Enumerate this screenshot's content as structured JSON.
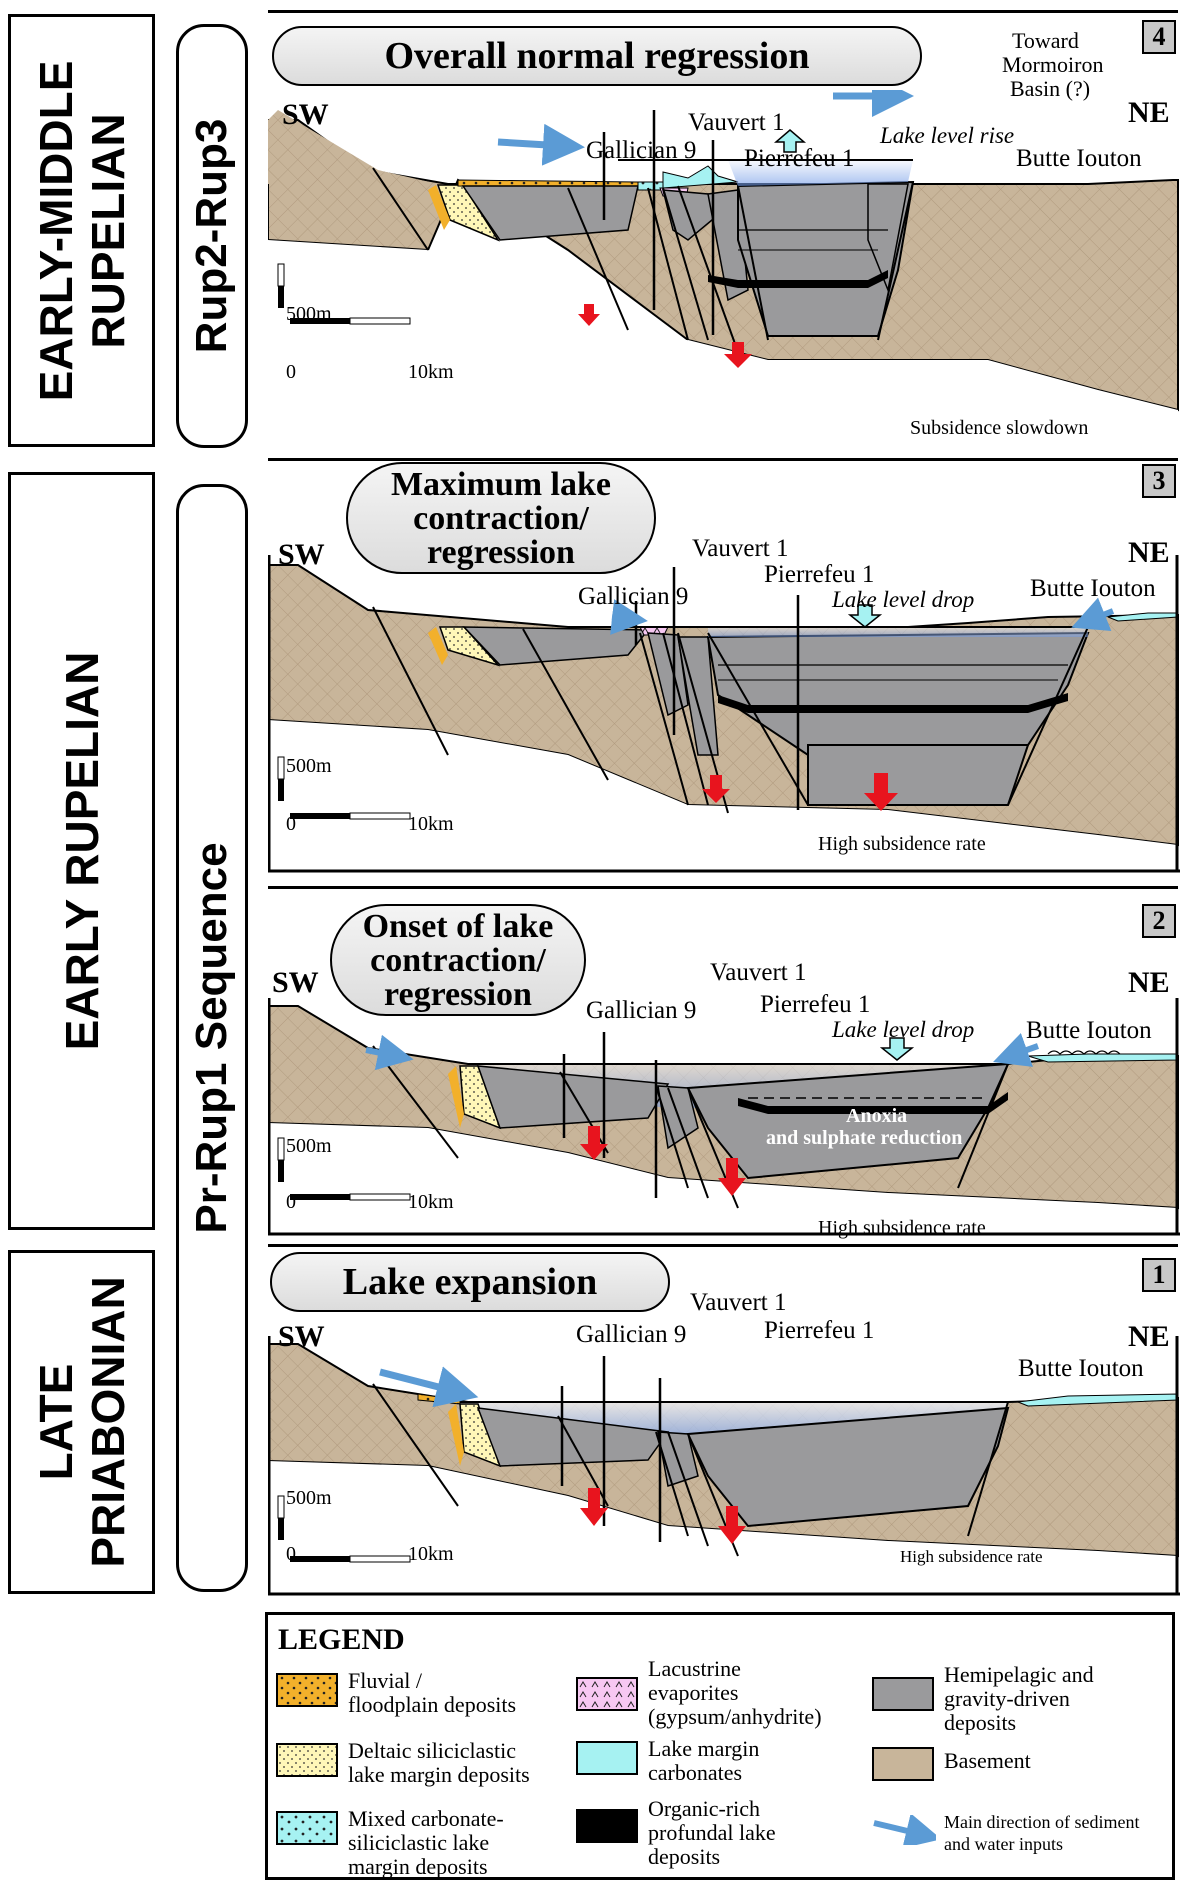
{
  "ages": {
    "early_middle_rupelian": "EARLY-MIDDLE RUPELIAN",
    "early_rupelian": "EARLY RUPELIAN",
    "late_priabonian": "LATE PRIABONIAN"
  },
  "sequences": {
    "rup2_rup3": "Rup2-Rup3",
    "pr_rup1": "Pr-Rup1 Sequence"
  },
  "orientation": {
    "sw": "SW",
    "ne": "NE"
  },
  "wells": {
    "gallician": "Gallician 9",
    "vauvert": "Vauvert 1",
    "pierrefeu": "Pierrefeu 1",
    "butte": "Butte Iouton"
  },
  "scale": {
    "height": "500m",
    "zero": "0",
    "length": "10km"
  },
  "panels": [
    {
      "number": "4",
      "title": "Overall normal regression",
      "lake_level": "Lake level rise",
      "subsidence": "Subsidence slowdown",
      "toward_line1": "Toward",
      "toward_line2": "Mormoiron",
      "toward_line3": "Basin (?)"
    },
    {
      "number": "3",
      "title_line1": "Maximum lake",
      "title_line2": "contraction/",
      "title_line3": "regression",
      "lake_level": "Lake level drop",
      "subsidence": "High subsidence rate"
    },
    {
      "number": "2",
      "title_line1": "Onset of lake",
      "title_line2": "contraction/",
      "title_line3": "regression",
      "lake_level": "Lake level drop",
      "subsidence": "High subsidence rate",
      "anoxia_line1": "Anoxia",
      "anoxia_line2": "and sulphate reduction"
    },
    {
      "number": "1",
      "title": "Lake expansion",
      "subsidence": "High subsidence rate"
    }
  ],
  "legend": {
    "title": "LEGEND",
    "fluvial_1": "Fluvial /",
    "fluvial_2": "floodplain deposits",
    "deltaic_1": "Deltaic siliciclastic",
    "deltaic_2": "lake margin deposits",
    "mixed_1": "Mixed carbonate-",
    "mixed_2": "siliciclastic lake",
    "mixed_3": "margin deposits",
    "evap_1": "Lacustrine",
    "evap_2": "evaporites",
    "evap_3": "(gypsum/anhydrite)",
    "carb_1": "Lake margin",
    "carb_2": "carbonates",
    "org_1": "Organic-rich",
    "org_2": "profundal lake",
    "org_3": "deposits",
    "hemi_1": "Hemipelagic and",
    "hemi_2": "gravity-driven",
    "hemi_3": "deposits",
    "basement": "Basement",
    "arrow_1": "Main direction of sediment",
    "arrow_2": "and water inputs"
  },
  "colors": {
    "basement": "#c8b59a",
    "hemipelagic": "#9a9a9c",
    "fluvial": "#f2b02b",
    "deltaic": "#fff7b8",
    "carbonate": "#a6f2f2",
    "evaporite": "#f7c8f2",
    "organic": "#000000",
    "arrow_blue": "#5b9bd5",
    "arrow_red": "#e8141e",
    "lake_light": "#eef3fb",
    "lake_blue": "#6d97e6"
  }
}
